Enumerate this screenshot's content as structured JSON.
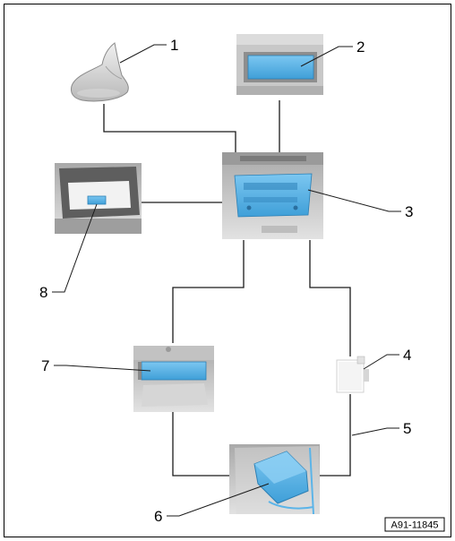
{
  "callouts": [
    "1",
    "2",
    "3",
    "4",
    "5",
    "6",
    "7",
    "8"
  ],
  "figure_id": "A91-11845",
  "colors": {
    "highlight_blue": "#5bb4e8",
    "line": "#1a1a1a",
    "photo_gray": "#c9c9c9"
  },
  "components": [
    {
      "callout": "1",
      "icon": "roof-antenna-icon"
    },
    {
      "callout": "2",
      "icon": "display-unit-icon"
    },
    {
      "callout": "3",
      "icon": "radio-control-head-icon"
    },
    {
      "callout": "4",
      "icon": "connector-module-icon"
    },
    {
      "callout": "5",
      "icon": "wiring-line"
    },
    {
      "callout": "6",
      "icon": "control-unit-box-icon"
    },
    {
      "callout": "7",
      "icon": "module-under-seat-icon"
    },
    {
      "callout": "8",
      "icon": "usb-connector-icon"
    }
  ]
}
